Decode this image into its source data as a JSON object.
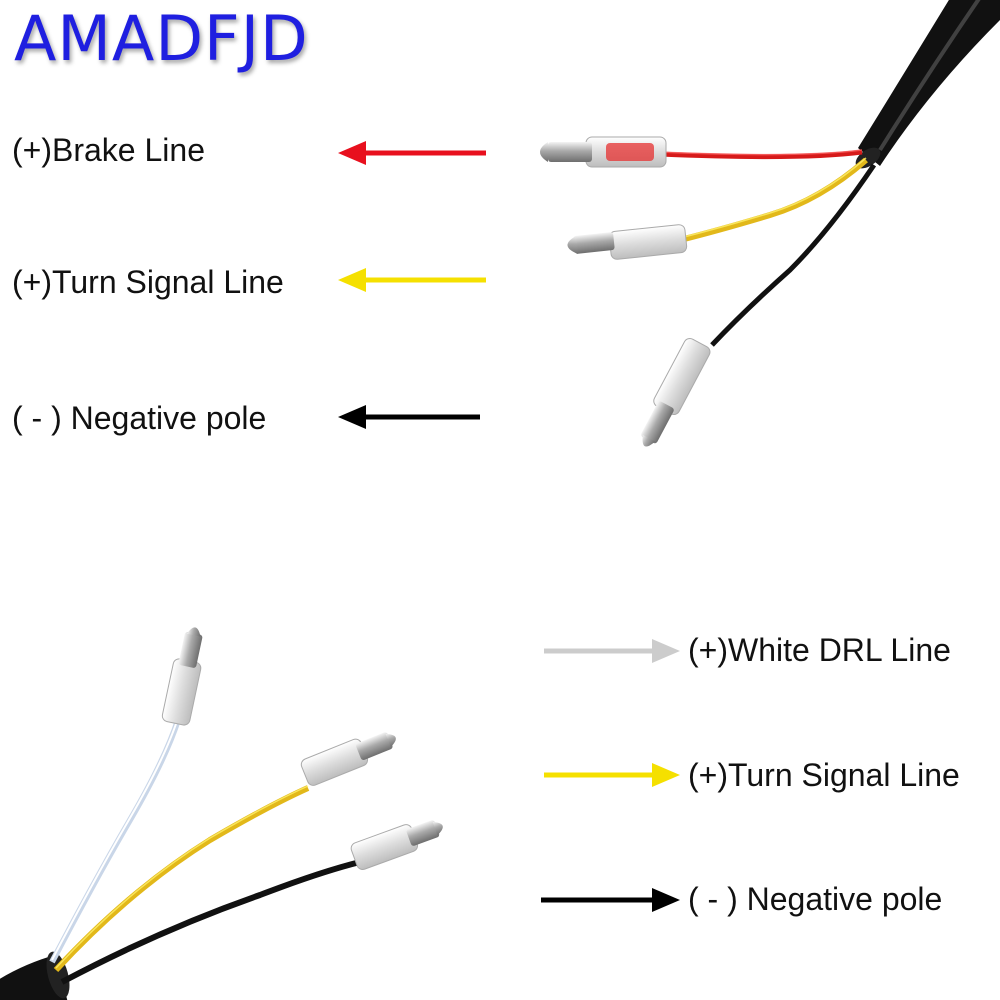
{
  "brand": "AMADFJD",
  "colors": {
    "brand": "#1f1fe0",
    "brake": "#e8101e",
    "turn_signal": "#f5e000",
    "negative": "#000000",
    "drl": "#cccccc"
  },
  "top_section": {
    "labels": {
      "brake": "(+)Brake Line",
      "turn_signal": "(+)Turn Signal Line",
      "negative": "( - ) Negative pole"
    }
  },
  "bottom_section": {
    "labels": {
      "drl": "(+)White DRL Line",
      "turn_signal": "(+)Turn Signal Line",
      "negative": "( - ) Negative pole"
    }
  }
}
